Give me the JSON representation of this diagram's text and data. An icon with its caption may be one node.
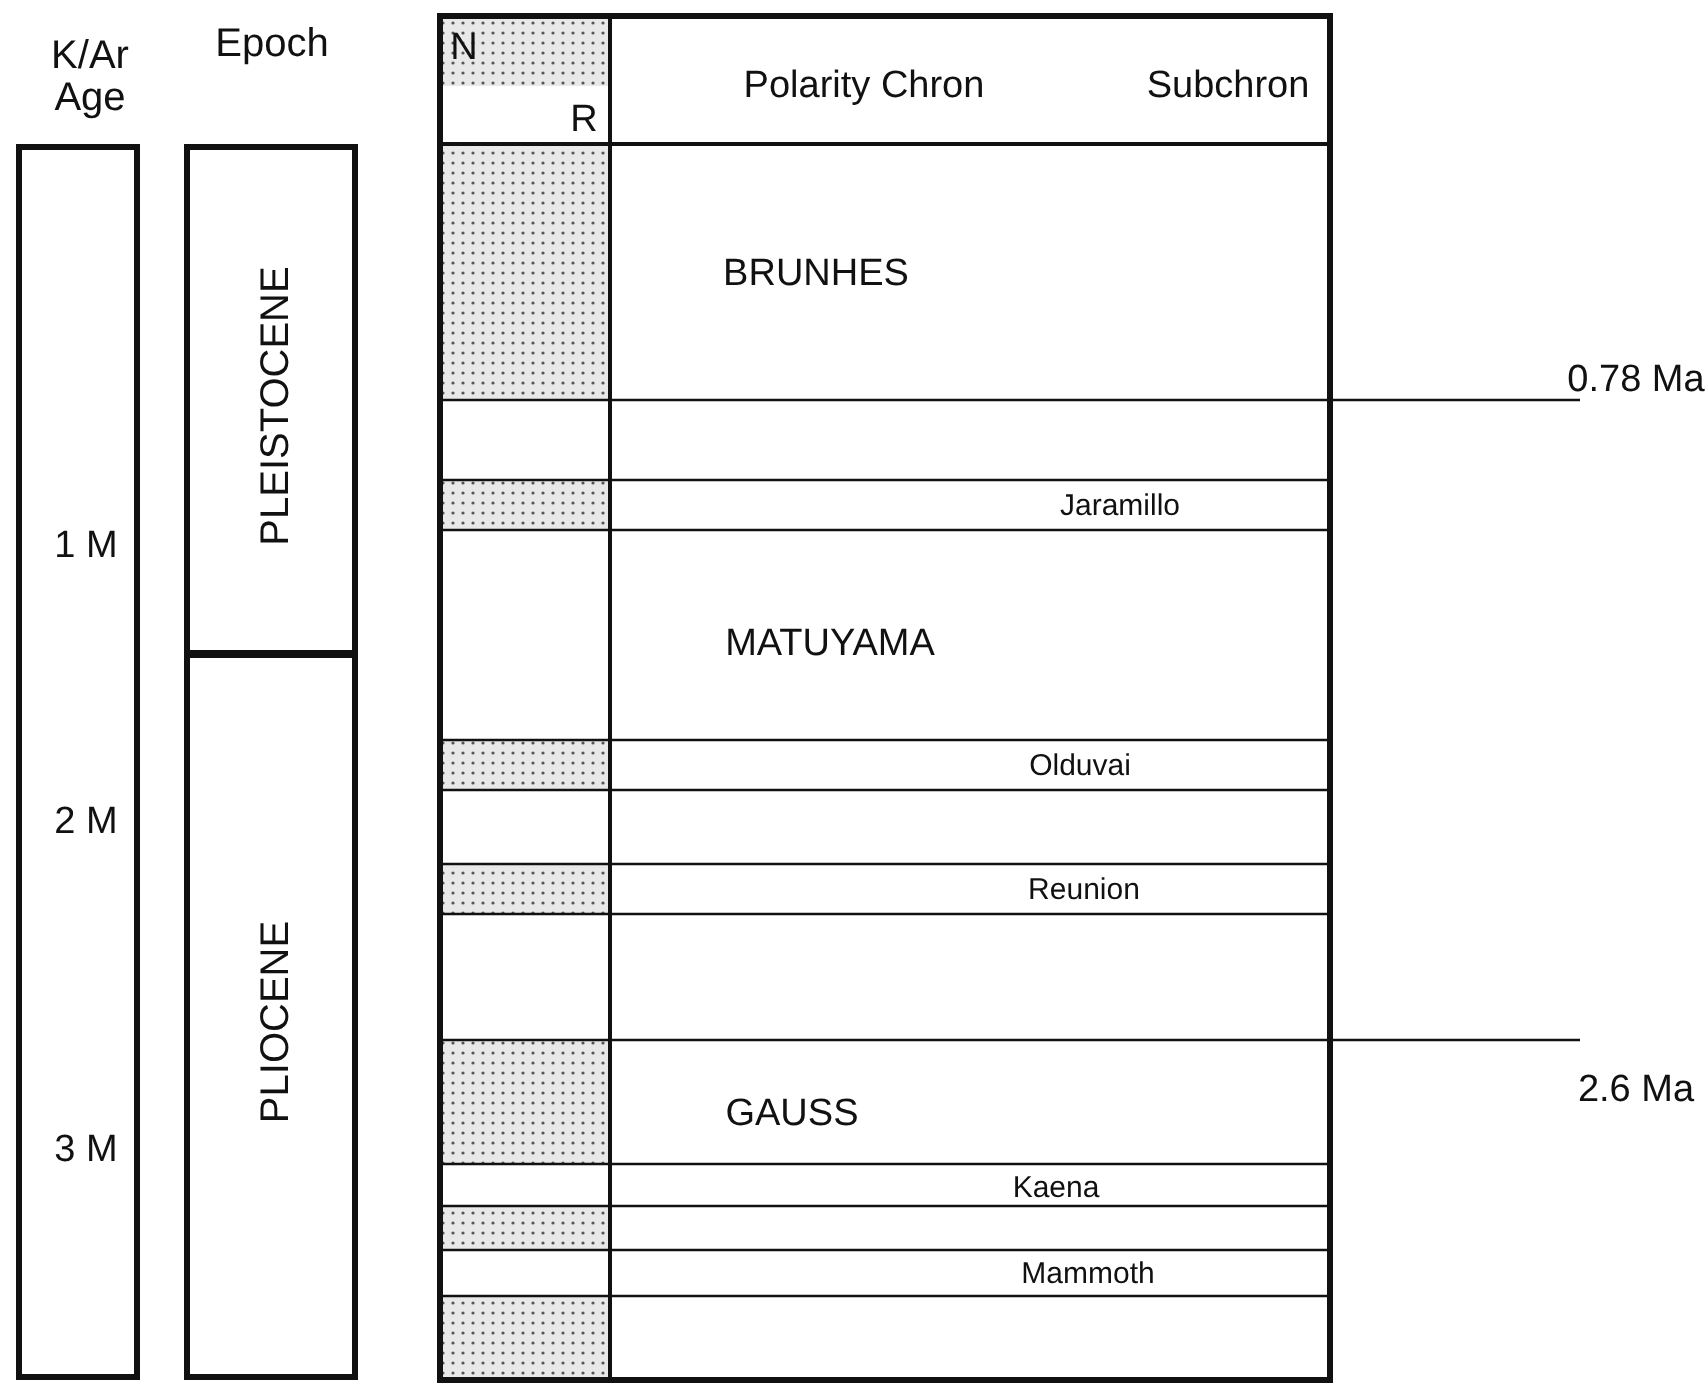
{
  "diagram": {
    "nodes": [
      {
        "text": [
          "K/Ar Age",
          "1 M",
          "2 M",
          "3 M"
        ]
      },
      {
        "text": [
          "PLEISTOCENE"
        ]
      },
      {
        "text": [
          "PLIOCENE"
        ]
      },
      {
        "text": [
          "N"
        ]
      },
      {
        "text": [
          "R"
        ]
      },
      {
        "text": [
          "Polarity Chron",
          "Subchron"
        ]
      },
      {
        "text": [
          "BRUNHES"
        ]
      },
      {
        "text": [
          "MATUYAMA"
        ]
      },
      {
        "text": [
          "Jaramillo"
        ],
        "in": 7
      },
      {
        "text": [
          "Olduvai"
        ],
        "in": 7
      },
      {
        "text": [
          "Reunion"
        ],
        "in": 7
      },
      {
        "text": [
          "GAUSS"
        ]
      },
      {
        "text": [
          "Kaena"
        ],
        "in": 11
      },
      {
        "text": [
          "Mammoth"
        ],
        "in": 11
      }
    ],
    "edges": [],
    "labels": [
      "Epoch",
      "0.78 Ma",
      "2.6 Ma"
    ]
  }
}
